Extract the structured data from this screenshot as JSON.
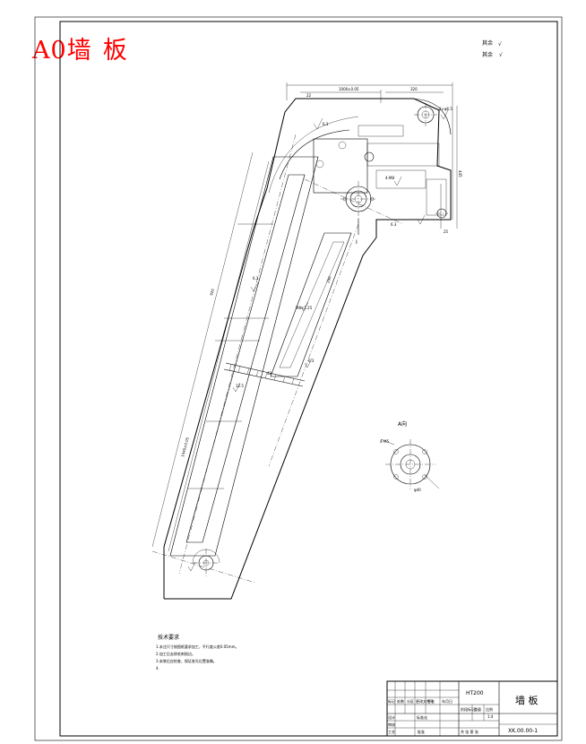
{
  "drawing": {
    "headline_code": "A0",
    "headline_name_1": "墙",
    "headline_name_2": "板",
    "roughness_other": "其余",
    "roughness_symbol": "√",
    "view_label": "A向",
    "section_label": "I",
    "tech_req_title": "技术要求",
    "tech_req_lines": [
      "1.未注尺寸按图纸要求加工，平行度公差0.05mm。",
      "2.加工后去除毛刺锐边。",
      "3.安装后应检查，保证各孔位置准确。"
    ],
    "tech_req_end": "4."
  },
  "title_block": {
    "part_name": "墙 板",
    "drawing_no": "XK.00.00-1",
    "material": "HT200",
    "scale": "1:4",
    "col_labels": [
      "标记",
      "处数",
      "分区",
      "更改文件号",
      "签名",
      "年月日"
    ],
    "role_designer": "设计",
    "role_check": "审核",
    "role_process": "工艺",
    "role_approve": "批准",
    "stage_label": "阶段标记",
    "weight_label": "重量",
    "scale_label": "比例",
    "sheet_label": "共 张 第 张",
    "standardize": "标准化"
  }
}
